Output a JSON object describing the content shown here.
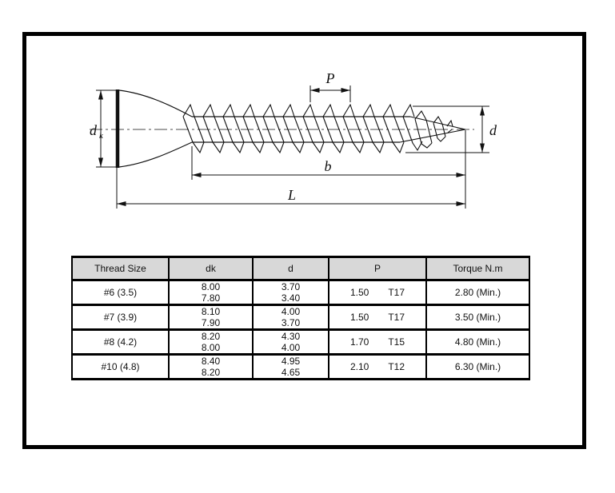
{
  "drawing": {
    "labels": {
      "head_diameter_main": "d",
      "head_diameter_sub": "k",
      "pitch": "P",
      "thread_diameter": "d",
      "thread_length": "b",
      "overall_length": "L"
    }
  },
  "table": {
    "headers": [
      "Thread Size",
      "dk",
      "d",
      "P",
      "Torque N.m"
    ],
    "rows": [
      {
        "thread_size": "#6 (3.5)",
        "dk_max": "8.00",
        "dk_min": "7.80",
        "d_max": "3.70",
        "d_min": "3.40",
        "pitch": "1.50",
        "drive": "T17",
        "torque": "2.80 (Min.)"
      },
      {
        "thread_size": "#7 (3.9)",
        "dk_max": "8.10",
        "dk_min": "7.90",
        "d_max": "4.00",
        "d_min": "3.70",
        "pitch": "1.50",
        "drive": "T17",
        "torque": "3.50 (Min.)"
      },
      {
        "thread_size": "#8 (4.2)",
        "dk_max": "8.20",
        "dk_min": "8.00",
        "d_max": "4.30",
        "d_min": "4.00",
        "pitch": "1.70",
        "drive": "T15",
        "torque": "4.80 (Min.)"
      },
      {
        "thread_size": "#10 (4.8)",
        "dk_max": "8.40",
        "dk_min": "8.20",
        "d_max": "4.95",
        "d_min": "4.65",
        "pitch": "2.10",
        "drive": "T12",
        "torque": "6.30 (Min.)"
      }
    ]
  },
  "colors": {
    "header_bg": "#d8d8d8",
    "line": "#111111",
    "background": "#ffffff"
  }
}
